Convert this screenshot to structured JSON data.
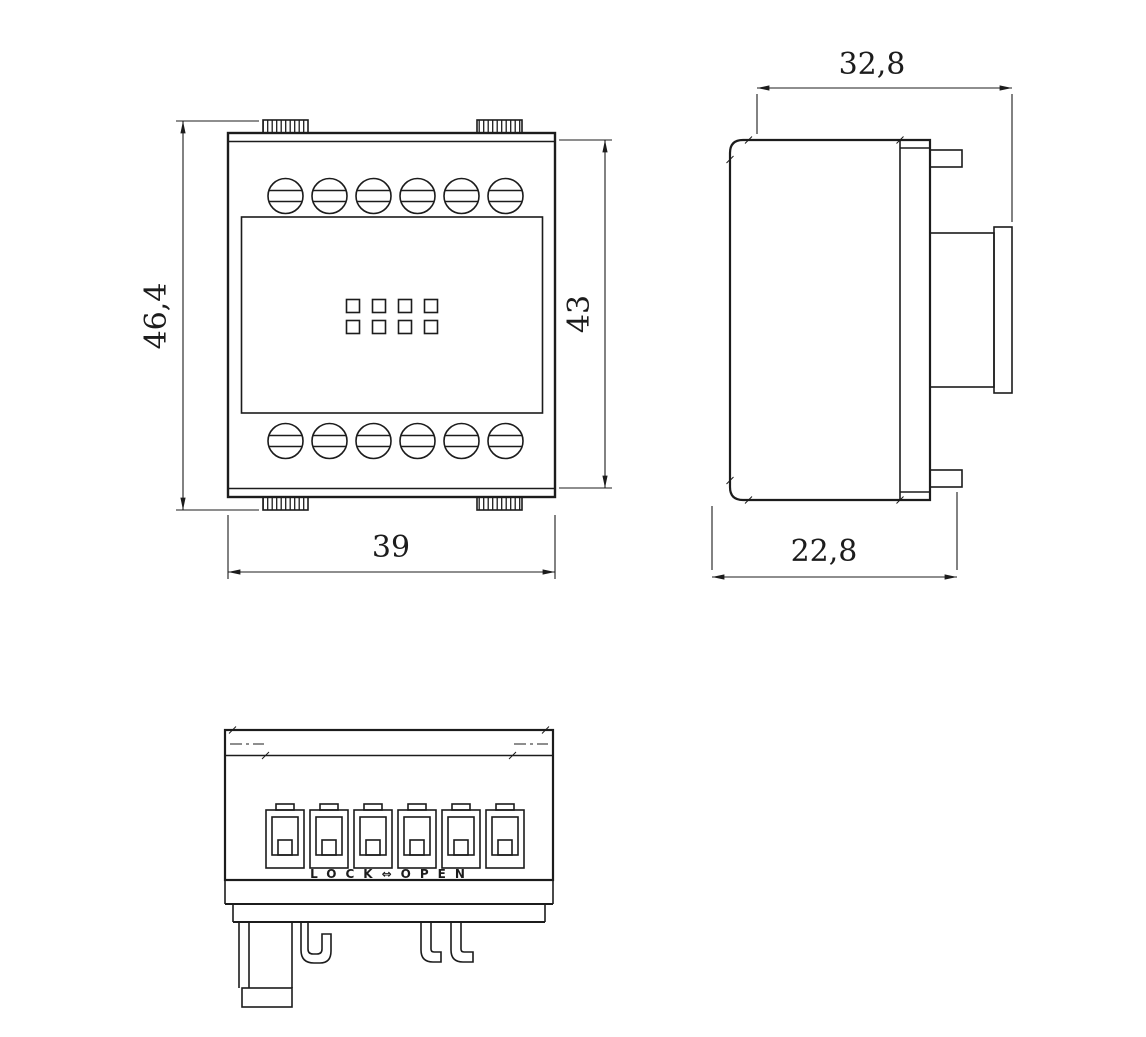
{
  "colors": {
    "background": "#ffffff",
    "line": "#1c1c1c"
  },
  "dimensions": {
    "front_overall_height": "46,4",
    "front_body_height": "43",
    "front_width": "39",
    "side_overall_depth": "32,8",
    "side_body_depth": "22,8"
  },
  "markings": {
    "din_clip": "LOCK⇔OPEN"
  }
}
